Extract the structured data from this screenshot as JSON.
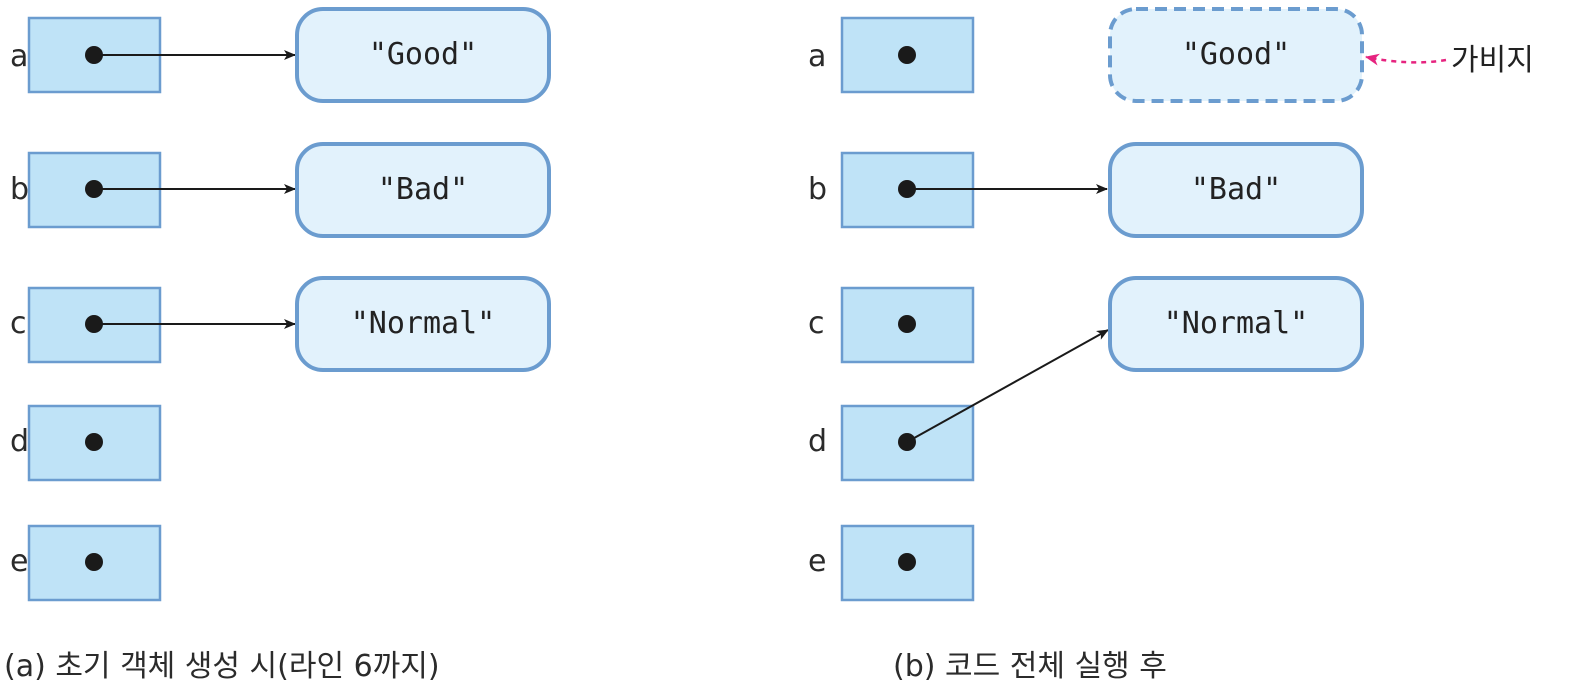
{
  "panel_a": {
    "caption": "(a) 초기 객체 생성 시(라인 6까지)",
    "variables": [
      "a",
      "b",
      "c",
      "d",
      "e"
    ],
    "objects": {
      "good": "\"Good\"",
      "bad": "\"Bad\"",
      "normal": "\"Normal\""
    }
  },
  "panel_b": {
    "caption": "(b) 코드 전체 실행 후",
    "variables": [
      "a",
      "b",
      "c",
      "d",
      "e"
    ],
    "objects": {
      "good": "\"Good\"",
      "bad": "\"Bad\"",
      "normal": "\"Normal\""
    },
    "garbage_label": "가비지"
  },
  "colors": {
    "reference_fill": "#bfe3f7",
    "object_fill": "#e2f2fc",
    "border": "#6b9ccf",
    "garbage_arrow": "#e6237f"
  }
}
